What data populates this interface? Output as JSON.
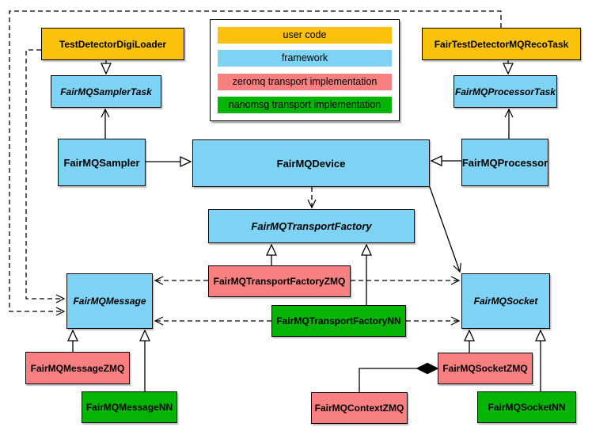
{
  "colors": {
    "user_code": "#fcc20b",
    "framework": "#7ed2f4",
    "zeromq": "#f98080",
    "nanomsg": "#05b405",
    "line": "#000000",
    "canvas": "#ffffff"
  },
  "legend": {
    "items": [
      {
        "id": "user-code",
        "label": "user code"
      },
      {
        "id": "framework",
        "label": "framework"
      },
      {
        "id": "zeromq",
        "label": "zeromq transport implementation"
      },
      {
        "id": "nanomsg",
        "label": "nanomsg transport implementation"
      }
    ]
  },
  "nodes": {
    "digi_loader": {
      "label": "TestDetectorDigiLoader",
      "category": "user code",
      "abstract": false
    },
    "reco_task": {
      "label": "FairTestDetectorMQRecoTask",
      "category": "user code",
      "abstract": false
    },
    "sampler_task": {
      "label": "FairMQSamplerTask",
      "category": "framework",
      "abstract": true
    },
    "processor_task": {
      "label": "FairMQProcessorTask",
      "category": "framework",
      "abstract": true
    },
    "sampler": {
      "label": "FairMQSampler",
      "category": "framework",
      "abstract": false
    },
    "device": {
      "label": "FairMQDevice",
      "category": "framework",
      "abstract": false
    },
    "processor": {
      "label": "FairMQProcessor",
      "category": "framework",
      "abstract": false
    },
    "transport_factory": {
      "label": "FairMQTransportFactory",
      "category": "framework",
      "abstract": true
    },
    "transport_factory_zmq": {
      "label": "FairMQTransportFactoryZMQ",
      "category": "zeromq transport implementation",
      "abstract": false
    },
    "transport_factory_nn": {
      "label": "FairMQTransportFactoryNN",
      "category": "nanomsg transport implementation",
      "abstract": false
    },
    "message": {
      "label": "FairMQMessage",
      "category": "framework",
      "abstract": true
    },
    "socket": {
      "label": "FairMQSocket",
      "category": "framework",
      "abstract": true
    },
    "message_zmq": {
      "label": "FairMQMessageZMQ",
      "category": "zeromq transport implementation",
      "abstract": false
    },
    "message_nn": {
      "label": "FairMQMessageNN",
      "category": "nanomsg transport implementation",
      "abstract": false
    },
    "socket_zmq": {
      "label": "FairMQSocketZMQ",
      "category": "zeromq transport implementation",
      "abstract": false
    },
    "socket_nn": {
      "label": "FairMQSocketNN",
      "category": "nanomsg transport implementation",
      "abstract": false
    },
    "context_zmq": {
      "label": "FairMQContextZMQ",
      "category": "zeromq transport implementation",
      "abstract": false
    }
  },
  "edges": [
    {
      "from": "TestDetectorDigiLoader",
      "to": "FairMQSamplerTask",
      "type": "inheritance"
    },
    {
      "from": "FairTestDetectorMQRecoTask",
      "to": "FairMQProcessorTask",
      "type": "inheritance"
    },
    {
      "from": "FairMQSampler",
      "to": "FairMQDevice",
      "type": "inheritance"
    },
    {
      "from": "FairMQProcessor",
      "to": "FairMQDevice",
      "type": "inheritance"
    },
    {
      "from": "FairMQSampler",
      "to": "FairMQSamplerTask",
      "type": "association"
    },
    {
      "from": "FairMQProcessor",
      "to": "FairMQProcessorTask",
      "type": "association"
    },
    {
      "from": "FairMQDevice",
      "to": "FairMQTransportFactory",
      "type": "dependency"
    },
    {
      "from": "FairMQDevice",
      "to": "FairMQSocket",
      "type": "association"
    },
    {
      "from": "FairMQTransportFactoryZMQ",
      "to": "FairMQTransportFactory",
      "type": "inheritance"
    },
    {
      "from": "FairMQTransportFactoryNN",
      "to": "FairMQTransportFactory",
      "type": "inheritance"
    },
    {
      "from": "FairMQTransportFactoryZMQ",
      "to": "FairMQMessage",
      "type": "dependency"
    },
    {
      "from": "FairMQTransportFactoryZMQ",
      "to": "FairMQSocket",
      "type": "dependency"
    },
    {
      "from": "FairMQTransportFactoryNN",
      "to": "FairMQMessage",
      "type": "dependency"
    },
    {
      "from": "FairMQTransportFactoryNN",
      "to": "FairMQSocket",
      "type": "dependency"
    },
    {
      "from": "TestDetectorDigiLoader",
      "to": "FairMQMessage",
      "type": "dependency"
    },
    {
      "from": "FairTestDetectorMQRecoTask",
      "to": "FairMQMessage",
      "type": "dependency"
    },
    {
      "from": "FairMQMessageZMQ",
      "to": "FairMQMessage",
      "type": "inheritance"
    },
    {
      "from": "FairMQMessageNN",
      "to": "FairMQMessage",
      "type": "inheritance"
    },
    {
      "from": "FairMQSocketZMQ",
      "to": "FairMQSocket",
      "type": "inheritance"
    },
    {
      "from": "FairMQSocketNN",
      "to": "FairMQSocket",
      "type": "inheritance"
    },
    {
      "from": "FairMQSocketZMQ",
      "to": "FairMQContextZMQ",
      "type": "composition"
    }
  ]
}
